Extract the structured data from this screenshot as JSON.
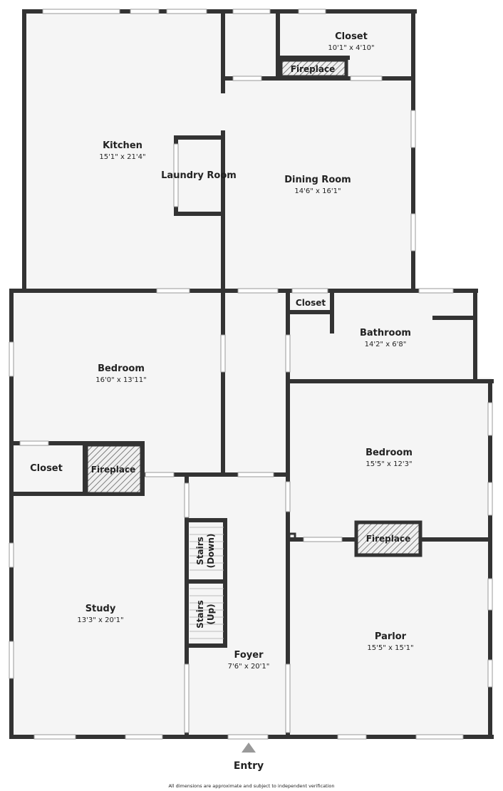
{
  "rooms": {
    "kitchen": {
      "name": "Kitchen",
      "dim": "15'1\" x 21'4\""
    },
    "closet_top": {
      "name": "Closet",
      "dim": "10'1\" x 4'10\""
    },
    "fireplace_top": {
      "name": "Fireplace"
    },
    "laundry": {
      "name": "Laundry Room"
    },
    "dining": {
      "name": "Dining Room",
      "dim": "14'6\" x 16'1\""
    },
    "closet_mid": {
      "name": "Closet"
    },
    "bathroom": {
      "name": "Bathroom",
      "dim": "14'2\" x 6'8\""
    },
    "bedroom_left": {
      "name": "Bedroom",
      "dim": "16'0\" x 13'11\""
    },
    "closet_left": {
      "name": "Closet"
    },
    "fireplace_left": {
      "name": "Fireplace"
    },
    "bedroom_right": {
      "name": "Bedroom",
      "dim": "15'5\" x 12'3\""
    },
    "fireplace_right": {
      "name": "Fireplace"
    },
    "stairs_down": {
      "name": "Stairs (Down)",
      "line1": "Stairs",
      "line2": "(Down)"
    },
    "stairs_up": {
      "name": "Stairs (Up)",
      "line1": "Stairs",
      "line2": "(Up)"
    },
    "study": {
      "name": "Study",
      "dim": "13'3\" x 20'1\""
    },
    "foyer": {
      "name": "Foyer",
      "dim": "7'6\" x 20'1\""
    },
    "parlor": {
      "name": "Parlor",
      "dim": "15'5\" x 15'1\""
    }
  },
  "entry": {
    "label": "Entry"
  },
  "footer": {
    "disclaimer": "All dimensions are approximate and subject to independent verification"
  },
  "colors": {
    "wall": "#333333",
    "floor": "#f5f5f5",
    "window": "#ffffff"
  }
}
